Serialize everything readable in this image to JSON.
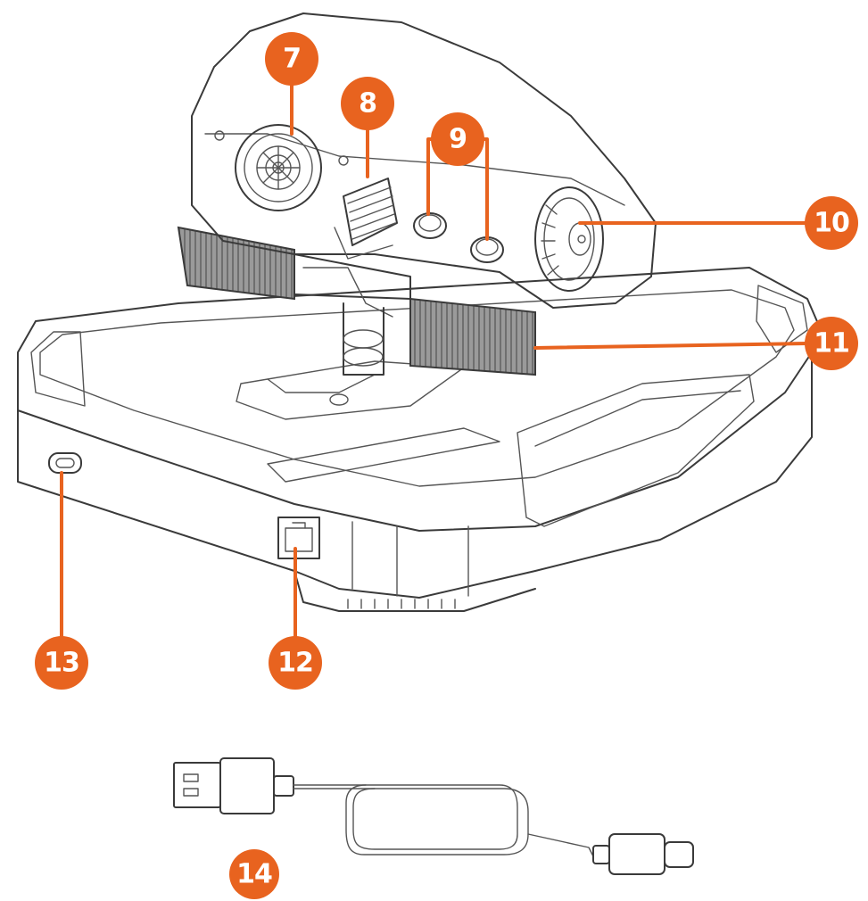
{
  "colors": {
    "accent": "#e8631f",
    "outline": "#3a3a3a",
    "grip": "#8a8a8a",
    "background": "#ffffff"
  },
  "callouts": [
    {
      "id": "7",
      "label": "7"
    },
    {
      "id": "8",
      "label": "8"
    },
    {
      "id": "9",
      "label": "9"
    },
    {
      "id": "10",
      "label": "10"
    },
    {
      "id": "11",
      "label": "11"
    },
    {
      "id": "12",
      "label": "12"
    },
    {
      "id": "13",
      "label": "13"
    },
    {
      "id": "14",
      "label": "14"
    }
  ]
}
